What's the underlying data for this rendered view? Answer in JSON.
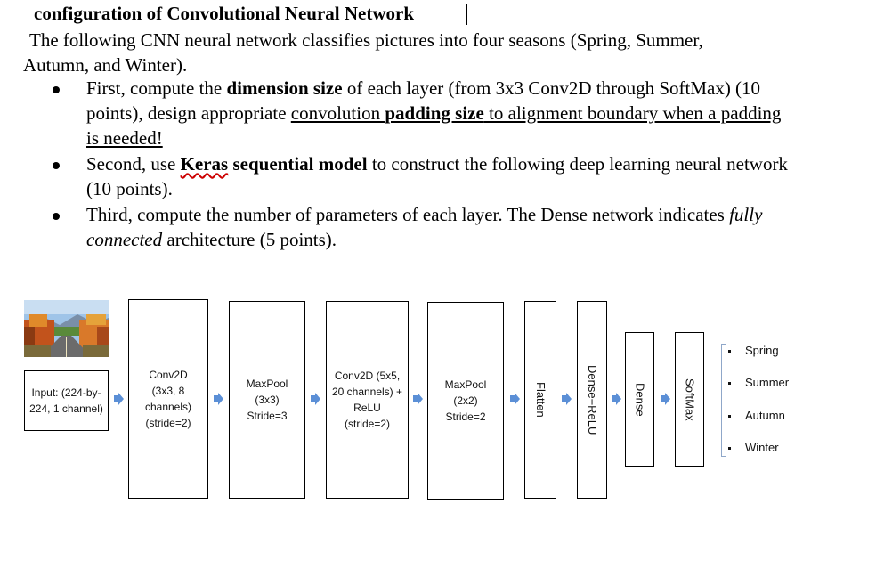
{
  "document": {
    "title": "configuration of Convolutional Neural Network",
    "intro": "The following CNN neural network classifies pictures into four seasons (Spring, Summer, Autumn, and Winter).",
    "bullets": [
      {
        "parts": [
          "First, compute the ",
          "dimension size",
          " of each layer (from 3x3 Conv2D through SoftMax) (10 points), design appropriate ",
          "convolution ",
          "padding size",
          " to alignment boundary when a padding is needed!"
        ]
      },
      {
        "parts": [
          "Second, use ",
          "Keras",
          " ",
          "sequential model",
          " to construct the following deep learning neural network (10 points)."
        ]
      },
      {
        "parts": [
          "Third, compute the number of parameters of each layer. The Dense network indicates ",
          "fully connected",
          " architecture (5 points)."
        ]
      }
    ]
  },
  "diagram": {
    "image_alt": "autumn road photo",
    "input": "Input: (224-by-224, 1 channel)",
    "layers": [
      {
        "label": "Conv2D (3x3, 8 channels) (stride=2)"
      },
      {
        "label": "MaxPool (3x3) Stride=3"
      },
      {
        "label": "Conv2D (5x5, 20 channels) + ReLU (stride=2)"
      },
      {
        "label": "MaxPool (2x2) Stride=2"
      },
      {
        "label": "Flatten"
      },
      {
        "label": "Dense+ReLU"
      },
      {
        "label": "Dense"
      },
      {
        "label": "SoftMax"
      }
    ],
    "outputs": [
      "Spring",
      "Summer",
      "Autumn",
      "Winter"
    ],
    "arrow_color": "#5b8fd6"
  }
}
